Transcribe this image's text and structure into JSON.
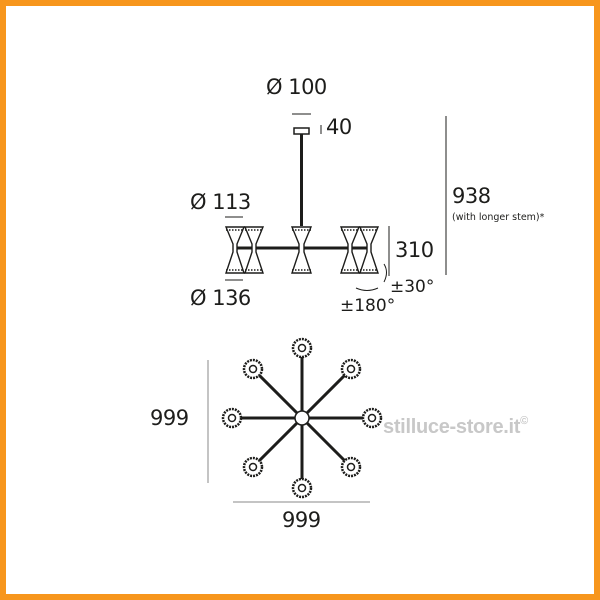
{
  "frame": {
    "border_color": "#f7961d"
  },
  "side_view": {
    "canopy_diameter": "Ø 100",
    "canopy_height": "40",
    "shade_top_diameter": "Ø 113",
    "shade_bottom_diameter": "Ø 136",
    "body_height": "310",
    "total_height": "938",
    "total_height_note": "(with longer stem)*",
    "tilt_angle": "±30°",
    "rotation_angle": "±180°"
  },
  "top_view": {
    "depth": "999",
    "width": "999",
    "arms": 8
  },
  "watermark": {
    "text": "stilluce-store.it",
    "symbol": "©"
  }
}
